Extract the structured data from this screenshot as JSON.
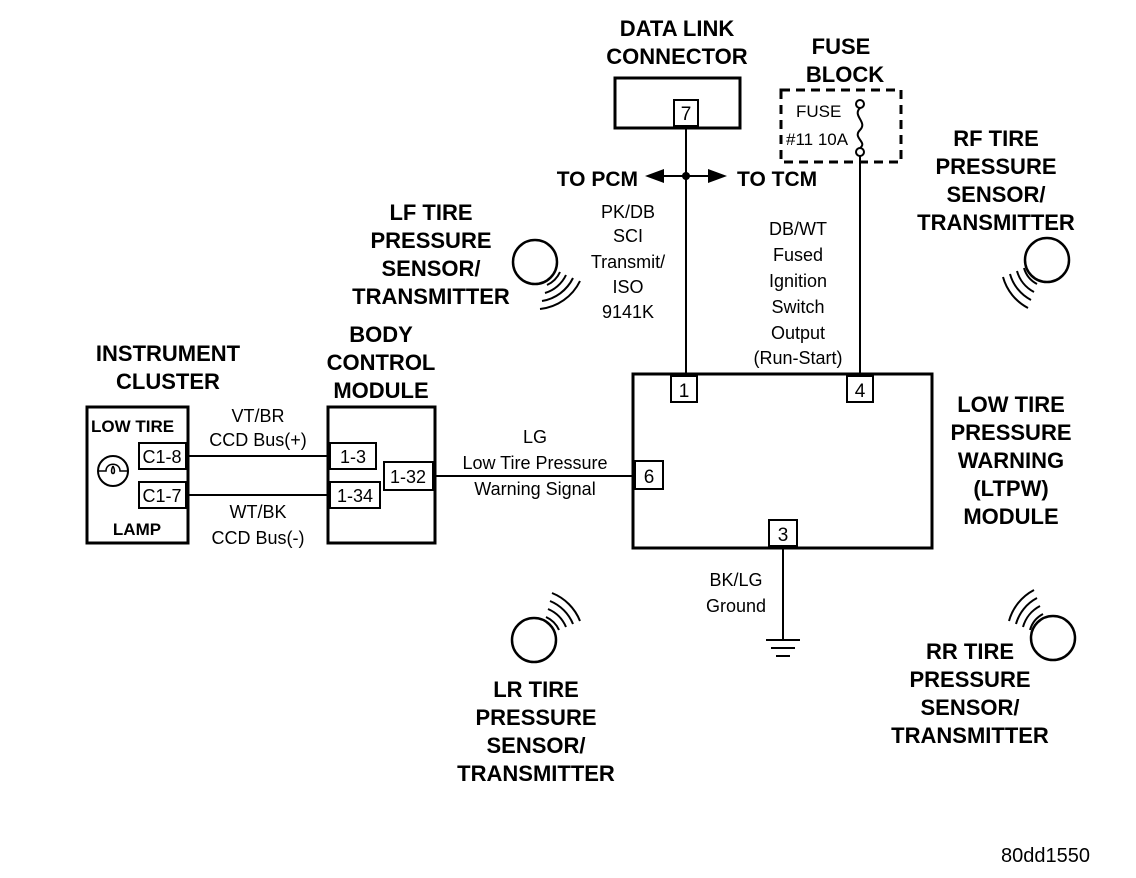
{
  "components": {
    "data_link_connector": {
      "title_lines": [
        "DATA LINK",
        "CONNECTOR"
      ],
      "pin": "7"
    },
    "fuse_block": {
      "title_lines": [
        "FUSE",
        "BLOCK"
      ],
      "fuse_label": "FUSE",
      "fuse_rating": "#11 10A"
    },
    "instrument_cluster": {
      "title_lines": [
        "INSTRUMENT",
        "CLUSTER"
      ],
      "top_label": "LOW TIRE",
      "bottom_label": "LAMP",
      "pins": [
        "C1-8",
        "C1-7"
      ]
    },
    "body_control_module": {
      "title_lines": [
        "BODY",
        "CONTROL",
        "MODULE"
      ],
      "pins": [
        "1-3",
        "1-34",
        "1-32"
      ]
    },
    "ltpw_module": {
      "title_lines": [
        "LOW TIRE",
        "PRESSURE",
        "WARNING",
        "(LTPW)",
        "MODULE"
      ],
      "pins": [
        "1",
        "4",
        "6",
        "3"
      ]
    }
  },
  "sensors": {
    "lf": {
      "lines": [
        "LF TIRE",
        "PRESSURE",
        "SENSOR/",
        "TRANSMITTER"
      ]
    },
    "rf": {
      "lines": [
        "RF TIRE",
        "PRESSURE",
        "SENSOR/",
        "TRANSMITTER"
      ]
    },
    "lr": {
      "lines": [
        "LR TIRE",
        "PRESSURE",
        "SENSOR/",
        "TRANSMITTER"
      ]
    },
    "rr": {
      "lines": [
        "RR TIRE",
        "PRESSURE",
        "SENSOR/",
        "TRANSMITTER"
      ]
    }
  },
  "arrows": {
    "to_pcm": "TO PCM",
    "to_tcm": "TO TCM"
  },
  "wires": {
    "sci": {
      "lines": [
        "PK/DB",
        "SCI",
        "Transmit/",
        "ISO",
        "9141K"
      ]
    },
    "fused": {
      "lines": [
        "DB/WT",
        "Fused",
        "Ignition",
        "Switch",
        "Output",
        "(Run-Start)"
      ]
    },
    "ccd_plus": {
      "lines": [
        "VT/BR",
        "CCD Bus(+)"
      ]
    },
    "ccd_minus": {
      "lines": [
        "WT/BK",
        "CCD Bus(-)"
      ]
    },
    "warning": {
      "lines": [
        "LG",
        "Low Tire Pressure",
        "Warning Signal"
      ]
    },
    "ground": {
      "lines": [
        "BK/LG",
        "Ground"
      ]
    }
  },
  "figure_id": "80dd1550"
}
